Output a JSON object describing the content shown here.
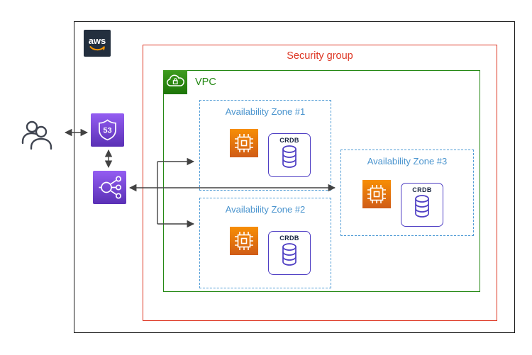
{
  "diagram": {
    "aws_cloud": {
      "logo_text": "aws"
    },
    "security_group": {
      "label": "Security group"
    },
    "vpc": {
      "label": "VPC"
    },
    "zones": [
      {
        "label": "Availability Zone #1"
      },
      {
        "label": "Availability Zone #2"
      },
      {
        "label": "Availability Zone #3"
      }
    ],
    "nodes": {
      "crdb_label": "CRDB",
      "route53_badge": "53"
    },
    "connections": [
      {
        "from": "users",
        "to": "route53",
        "bidirectional": true
      },
      {
        "from": "route53",
        "to": "load-balancer",
        "bidirectional": true
      },
      {
        "from": "load-balancer",
        "to": "availability-zone-3",
        "bidirectional": true
      },
      {
        "from": "load-balancer",
        "to": "availability-zone-1",
        "bidirectional": false
      },
      {
        "from": "load-balancer",
        "to": "availability-zone-2",
        "bidirectional": false
      }
    ],
    "colors": {
      "aws_dark": "#232f3e",
      "security_group_red": "#dd3522",
      "vpc_green": "#248814",
      "availability_zone_blue": "#4f9bd5",
      "ec2_orange": "#d86613",
      "networking_purple": "#8c4fff",
      "crdb_purple": "#4f3fc4",
      "arrow_gray": "#424242",
      "aws_smile_orange": "#ff9900"
    }
  }
}
